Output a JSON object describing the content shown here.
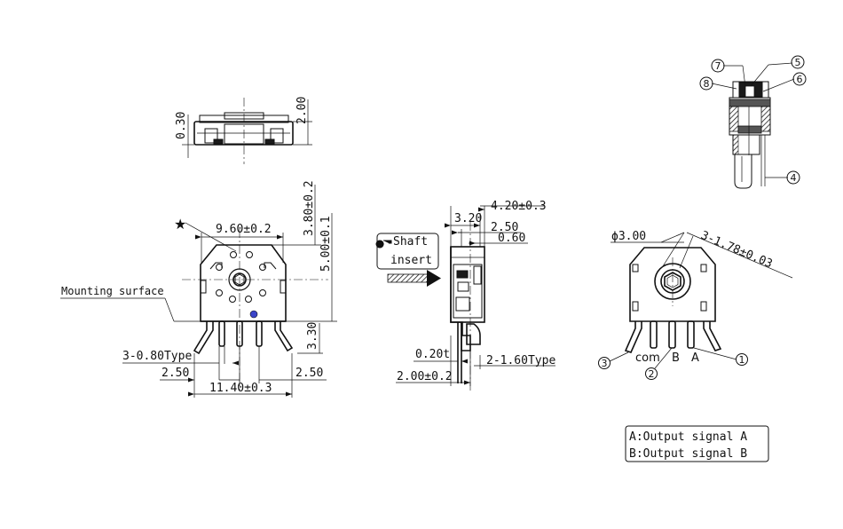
{
  "top_view": {
    "dim_height": "0.30",
    "dim_thickness": "2.00"
  },
  "front_view": {
    "star": "★",
    "dim_width": "9.60±0.2",
    "dim_v1": "3.80±0.2",
    "dim_v2": "5.00±0.1",
    "dim_v3": "3.30",
    "mounting_surface": "Mounting surface",
    "pin_type": "3-0.80Type",
    "dim_left": "2.50",
    "dim_right": "2.50",
    "dim_total": "11.40±0.3"
  },
  "shaft_note": {
    "line1": "Shaft",
    "line2": "insert"
  },
  "side_view": {
    "dim_depth": "4.20±0.3",
    "dim_320": "3.20",
    "dim_250": "2.50",
    "dim_060": "0.60",
    "dim_020t": "0.20t",
    "dim_pin": "2-1.60Type",
    "dim_base": "2.00±0.2"
  },
  "terminal_view": {
    "dim_diameter": "ϕ3.00",
    "dim_hex": "3-1.78±0.03",
    "pin_com": "com",
    "pin_b": "B",
    "pin_a": "A",
    "callout_1": "1",
    "callout_2": "2",
    "callout_3": "3"
  },
  "legend": {
    "line_a": "A:Output signal A",
    "line_b": "B:Output signal B"
  },
  "section_view": {
    "callout_4": "4",
    "callout_5": "5",
    "callout_6": "6",
    "callout_7": "7",
    "callout_8": "8"
  }
}
